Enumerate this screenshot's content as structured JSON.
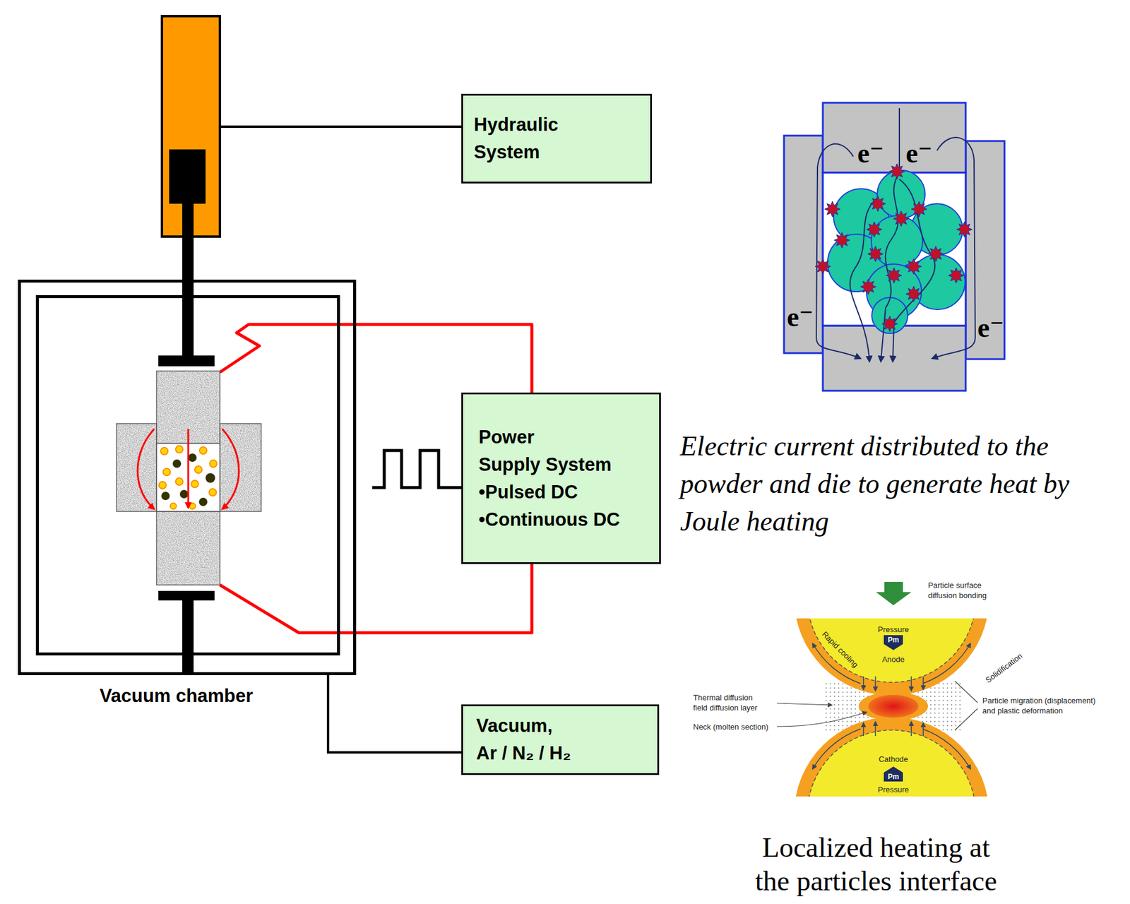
{
  "diagram": {
    "nodes": [
      {
        "text": [
          "Hydraulic System"
        ]
      },
      {
        "text": [
          "Vacuum chamber"
        ]
      },
      {
        "text": [
          "Power Supply System",
          "•Pulsed DC",
          "•Continuous DC"
        ]
      },
      {
        "text": [
          "Vacuum, Ar / N₂ / H₂"
        ]
      }
    ],
    "edges": [
      {
        "from": 1,
        "to": 3,
        "arrow": "none"
      }
    ],
    "labels": [
      "e⁻",
      "e⁻",
      "e⁻",
      "e⁻",
      "Electric current distributed to the powder and die to generate heat by Joule heating",
      "Particle surface diffusion bonding",
      "Pressure",
      "Pm",
      "Anode",
      "Rapid cooling",
      "Solidification",
      "Thermal diffusion field diffusion layer",
      "Particle migration (displacement) and plastic deformation",
      "Neck (molten section)",
      "Cathode",
      "Pm",
      "Pressure",
      "Localized heating at the particles interface"
    ]
  }
}
